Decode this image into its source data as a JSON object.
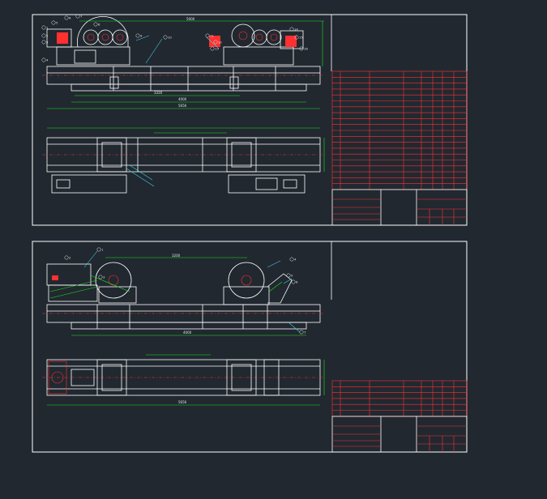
{
  "colors": {
    "background": "#212830",
    "frame": "#ffffff",
    "dimension": "#19e619",
    "centerline": "#ff3030",
    "table_grid": "#ff3030",
    "leader": "#3fd0e0"
  },
  "sheets": [
    {
      "id": "sheet-1",
      "dimensions": {
        "top_overall": "5000",
        "wheelbase": "4000",
        "frame_length": "5656",
        "frame_inner": "3320"
      },
      "balloons": [
        "1",
        "2",
        "3",
        "4",
        "5",
        "6",
        "7",
        "8",
        "9",
        "10",
        "11",
        "12",
        "13",
        "14",
        "15",
        "16"
      ]
    },
    {
      "id": "sheet-2",
      "dimensions": {
        "top_overall": "3200",
        "wheelbase": "4000",
        "frame_length": "5656"
      },
      "balloons": [
        "1",
        "2",
        "3",
        "4",
        "5",
        "6",
        "7"
      ]
    }
  ]
}
